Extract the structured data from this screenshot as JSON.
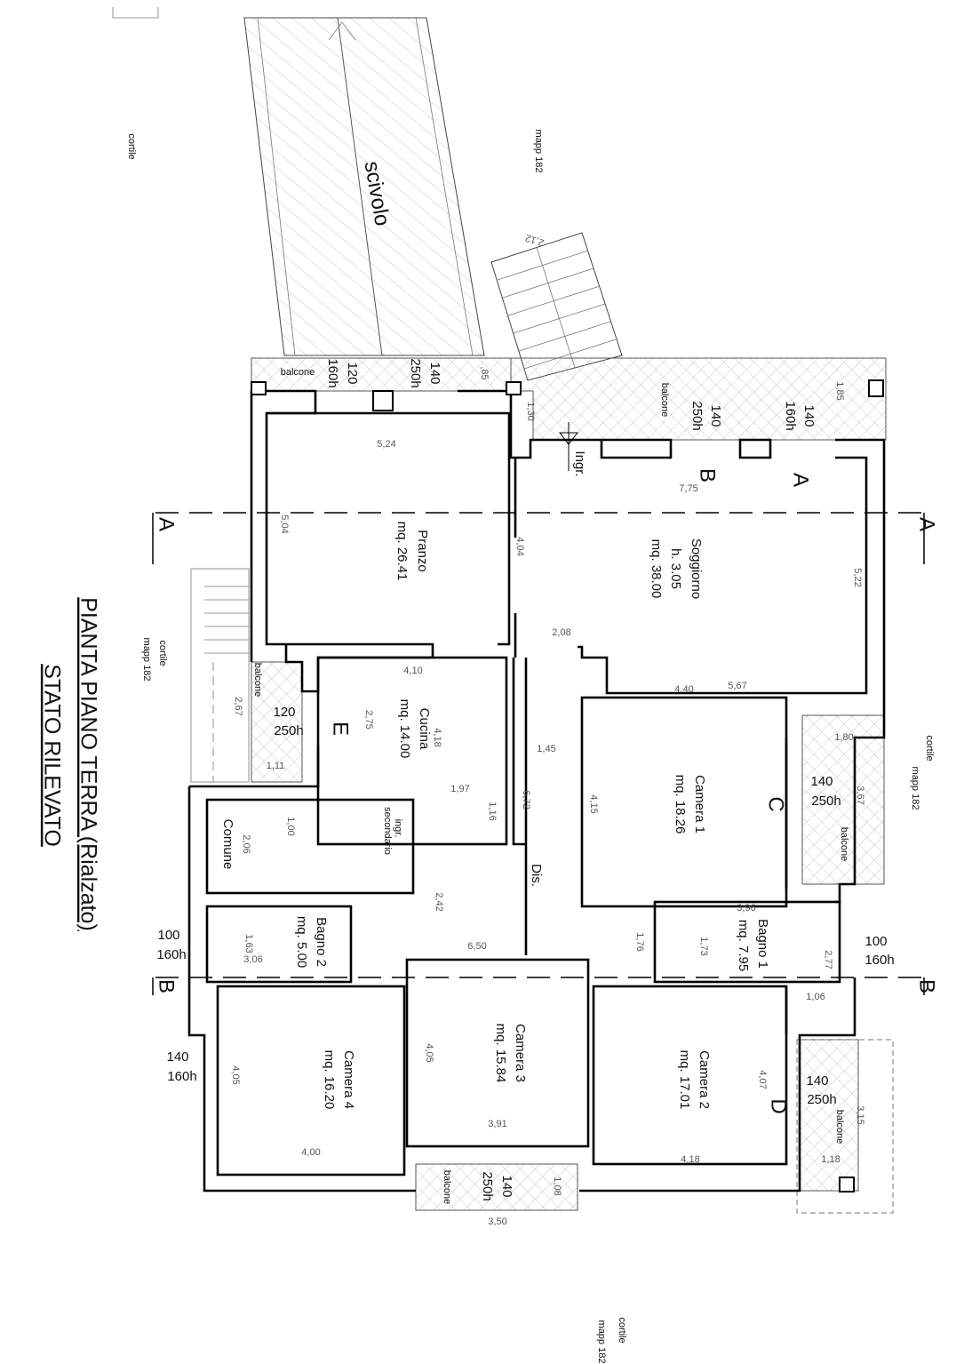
{
  "title": {
    "line1": "PIANTA PIANO TERRA (Rialzato)",
    "line2": "STATO RILEVATO"
  },
  "rooms": {
    "pranzo": {
      "name": "Pranzo",
      "area": "mq. 26.41"
    },
    "soggiorno": {
      "name": "Soggiorno",
      "height": "h. 3.05",
      "area": "mq. 38.00"
    },
    "cucina": {
      "name": "Cucina",
      "area": "mq. 14.00"
    },
    "camera1": {
      "name": "Camera 1",
      "area": "mq. 18.26"
    },
    "camera2": {
      "name": "Camera 2",
      "area": "mq. 17.01"
    },
    "camera3": {
      "name": "Camera 3",
      "area": "mq. 15.84"
    },
    "camera4": {
      "name": "Camera 4",
      "area": "mq. 16.20"
    },
    "bagno1": {
      "name": "Bagno 1",
      "area": "mq. 7.95"
    },
    "bagno2": {
      "name": "Bagno 2",
      "area": "mq. 5.00"
    },
    "comune": {
      "name": "Comune"
    },
    "dis": {
      "name": "Dis."
    }
  },
  "labels": {
    "scivolo": "scivolo",
    "ingr": "Ingr.",
    "ingr_sec_1": "ingr.",
    "ingr_sec_2": "secondario",
    "balcone": "balcone",
    "cortile": "cortile",
    "mapp": "mapp 182"
  },
  "markers": {
    "a": "A",
    "b": "B",
    "c": "C",
    "d": "D",
    "e": "E"
  },
  "sections": {
    "a": "A",
    "b": "B"
  },
  "windows": [
    {
      "w": "120",
      "h": "160h"
    },
    {
      "w": "140",
      "h": "250h"
    },
    {
      "w": "140",
      "h": "250h"
    },
    {
      "w": "140",
      "h": "160h"
    },
    {
      "w": "140",
      "h": "250h"
    },
    {
      "w": "140",
      "h": "250h"
    },
    {
      "w": "120",
      "h": "250h"
    },
    {
      "w": "100",
      "h": "160h"
    },
    {
      "w": "100",
      "h": "160h"
    },
    {
      "w": "140",
      "h": "160h"
    },
    {
      "w": "140",
      "h": "250h"
    }
  ],
  "dimensions": [
    "5,24",
    "7,75",
    "4,10",
    "2,08",
    "5,67",
    "4,40",
    "1,80",
    "1,45",
    "1,97",
    "1,11",
    "3,96",
    "6,50",
    "3,06",
    "1,06",
    "3,91",
    "4,00",
    "4,18",
    "1,18",
    "3,50",
    "5,04",
    "4,04",
    "5,22",
    "2,75",
    "4,18",
    "2,67",
    "1,16",
    "6,72",
    "4,15",
    "3,67",
    "1,00",
    "2,06",
    "1,63",
    "2,42",
    "1,76",
    "1,73",
    "2,77",
    "4,05",
    "4,05",
    "4,07",
    "3,15",
    "1,08",
    "1,30",
    "1,85",
    ",85",
    "2,12"
  ]
}
